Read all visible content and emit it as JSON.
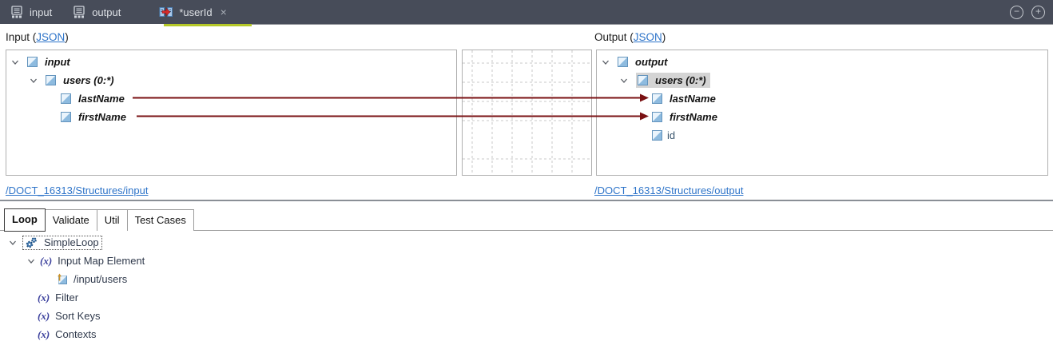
{
  "colors": {
    "tabbar_bg": "#474c59",
    "active_tab_accent": "#b5c827",
    "mapping_line": "#7a1113",
    "link_blue": "#2e74c9",
    "selection_gray": "#d4d4d4",
    "node_icon_blue": "#8ebbdf"
  },
  "editor_tabs": {
    "items": [
      {
        "label": "input"
      },
      {
        "label": "output"
      },
      {
        "label": "*userId"
      }
    ],
    "close_glyph": "×",
    "minimize_glyph": "−",
    "maximize_glyph": "+"
  },
  "io_headers": {
    "input_prefix": "Input (",
    "input_link": "JSON",
    "input_suffix": ")",
    "output_prefix": "Output (",
    "output_link": "JSON",
    "output_suffix": ")"
  },
  "input_tree": {
    "rows": [
      {
        "label": "input"
      },
      {
        "label": "users (0:*)"
      },
      {
        "label": "lastName"
      },
      {
        "label": "firstName"
      }
    ]
  },
  "output_tree": {
    "rows": [
      {
        "label": "output"
      },
      {
        "label": "users (0:*)"
      },
      {
        "label": "lastName"
      },
      {
        "label": "firstName"
      },
      {
        "label": "id"
      }
    ]
  },
  "mappings": [
    {
      "from": "lastName",
      "to": "lastName"
    },
    {
      "from": "firstName",
      "to": "firstName"
    }
  ],
  "structure_links": {
    "input": "/DOCT_16313/Structures/input",
    "output": "/DOCT_16313/Structures/output"
  },
  "bottom_tabs": {
    "items": [
      {
        "label": "Loop"
      },
      {
        "label": "Validate"
      },
      {
        "label": "Util"
      },
      {
        "label": "Test Cases"
      }
    ]
  },
  "loop_tree": {
    "fx_glyph": "(x)",
    "rows": [
      {
        "label": "SimpleLoop"
      },
      {
        "label": "Input Map Element"
      },
      {
        "label": "/input/users"
      },
      {
        "label": "Filter"
      },
      {
        "label": "Sort Keys"
      },
      {
        "label": "Contexts"
      }
    ]
  }
}
